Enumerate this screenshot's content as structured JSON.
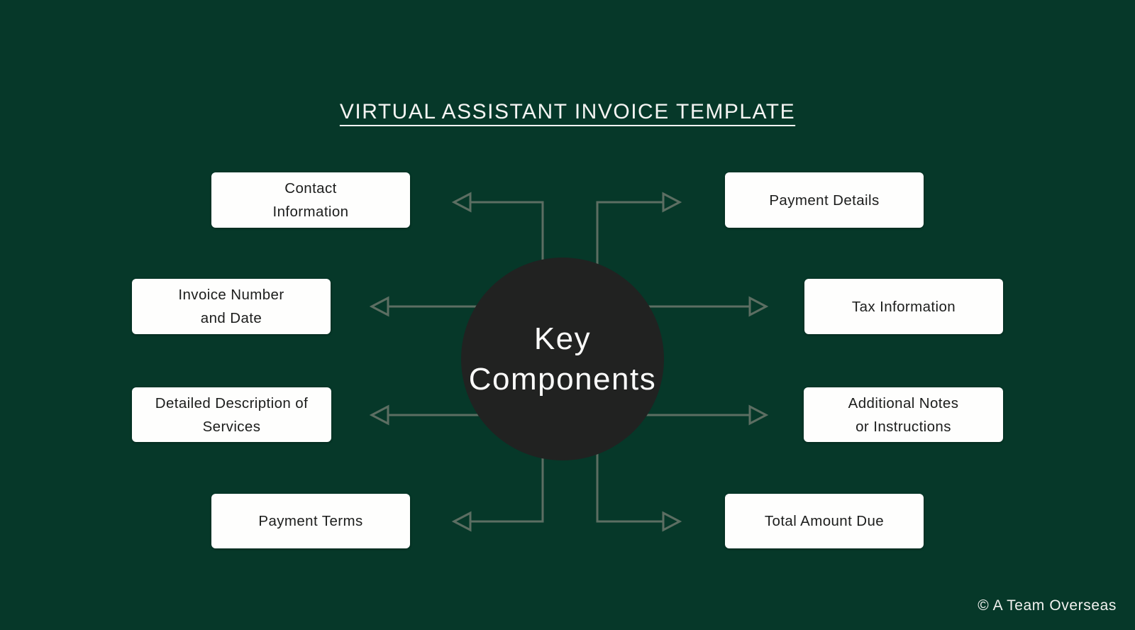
{
  "title": {
    "text": "VIRTUAL ASSISTANT INVOICE TEMPLATE"
  },
  "center": {
    "label": "Key\nComponents"
  },
  "nodes": {
    "contact": {
      "label": "Contact\nInformation"
    },
    "invoice": {
      "label": "Invoice Number\nand Date"
    },
    "detailed": {
      "label": "Detailed Description of\nServices"
    },
    "payment_terms": {
      "label": "Payment Terms"
    },
    "payment_details": {
      "label": "Payment Details"
    },
    "tax": {
      "label": "Tax Information"
    },
    "additional": {
      "label": "Additional Notes\nor Instructions"
    },
    "total": {
      "label": "Total Amount Due"
    }
  },
  "footer": {
    "copyright": "© A Team Overseas"
  },
  "colors": {
    "background": "#063829",
    "circle": "#212221",
    "connector": "#5c6e62",
    "node_background": "#fefefd",
    "node_text": "#1c1d1c",
    "title_text": "#f4f4f2"
  },
  "connectors": [
    {
      "from": "key-components",
      "to": "contact-information",
      "style": "elbow",
      "direction": "left"
    },
    {
      "from": "key-components",
      "to": "payment-details",
      "style": "elbow",
      "direction": "right"
    },
    {
      "from": "key-components",
      "to": "invoice-number-and-date",
      "style": "straight",
      "direction": "left"
    },
    {
      "from": "key-components",
      "to": "tax-information",
      "style": "straight",
      "direction": "right"
    },
    {
      "from": "key-components",
      "to": "detailed-description-of-services",
      "style": "straight",
      "direction": "left"
    },
    {
      "from": "key-components",
      "to": "additional-notes-or-instructions",
      "style": "straight",
      "direction": "right"
    },
    {
      "from": "key-components",
      "to": "payment-terms",
      "style": "elbow",
      "direction": "left"
    },
    {
      "from": "key-components",
      "to": "total-amount-due",
      "style": "elbow",
      "direction": "right"
    }
  ]
}
